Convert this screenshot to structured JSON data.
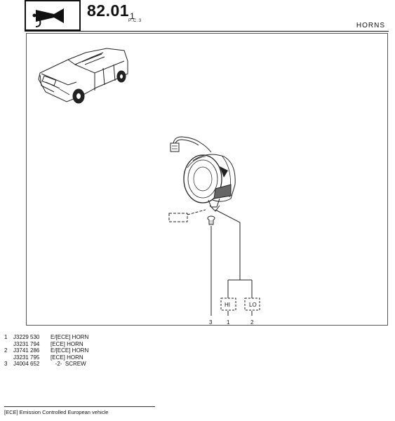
{
  "header": {
    "page_code": "82.01",
    "page_code_suffix": "1",
    "pc_note": "P.C.3",
    "section_title": "HORNS"
  },
  "icons": {
    "header_icon": "horn-icon",
    "car_icon": "station-wagon-illustration"
  },
  "callouts": {
    "hi_label": "HI",
    "lo_label": "LO",
    "ref_3": "3",
    "ref_1": "1",
    "ref_2": "2"
  },
  "parts_list": [
    {
      "index": "1",
      "part_number": "J3229 530",
      "description": "E/[ECE]  HORN"
    },
    {
      "index": "",
      "part_number": "J3231 794",
      "description": "[ECE]  HORN"
    },
    {
      "index": "2",
      "part_number": "J3741 286",
      "description": "E/[ECE]  HORN"
    },
    {
      "index": "",
      "part_number": "J3231 795",
      "description": "[ECE]  HORN"
    },
    {
      "index": "3",
      "part_number": "J4004 652",
      "description": "   -2-  SCREW"
    }
  ],
  "footnote": "[ECE] Emission Controlled European vehicle"
}
